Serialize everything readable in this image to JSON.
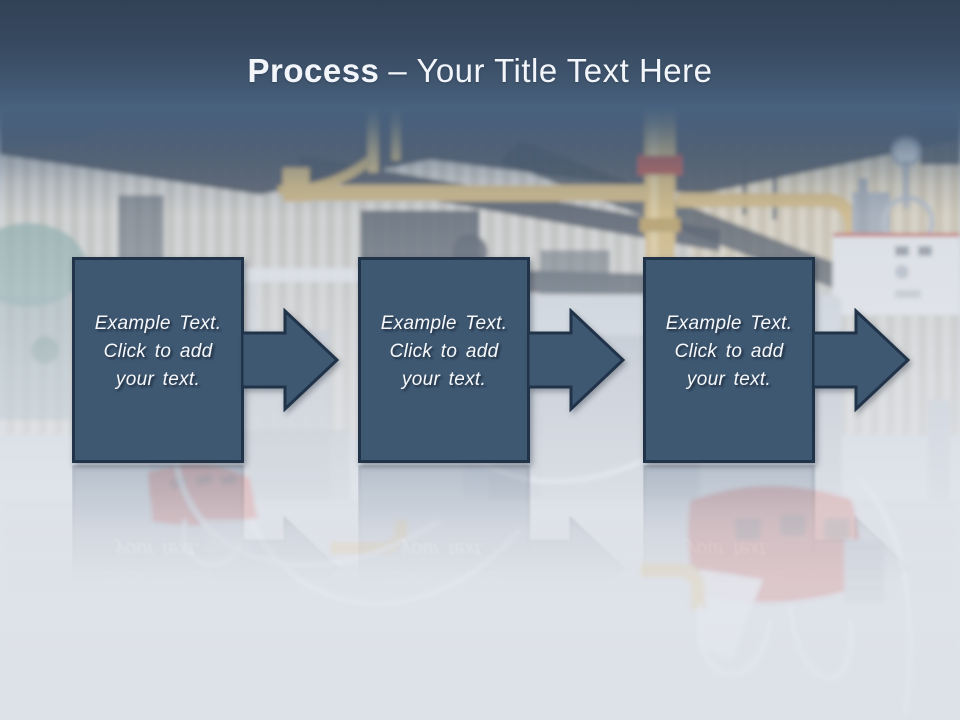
{
  "slide": {
    "title": {
      "bold": "Process",
      "regular": "– Your Title Text Here"
    },
    "steps": [
      {
        "lines": [
          "Example Text.",
          "Click to add",
          "your text."
        ]
      },
      {
        "lines": [
          "Example Text.",
          "Click to add",
          "your text."
        ]
      },
      {
        "lines": [
          "Example Text.",
          "Click to add",
          "your text."
        ]
      }
    ],
    "colors": {
      "box_fill": "#3E5872",
      "box_border": "#203349",
      "title_text": "#F2F6FB",
      "box_text": "#F6F8FB",
      "header_top": "#31425C",
      "header_mid": "#48617E",
      "burner_red": "#C23A2B",
      "pipe_yellow": "#D2AF62"
    }
  }
}
